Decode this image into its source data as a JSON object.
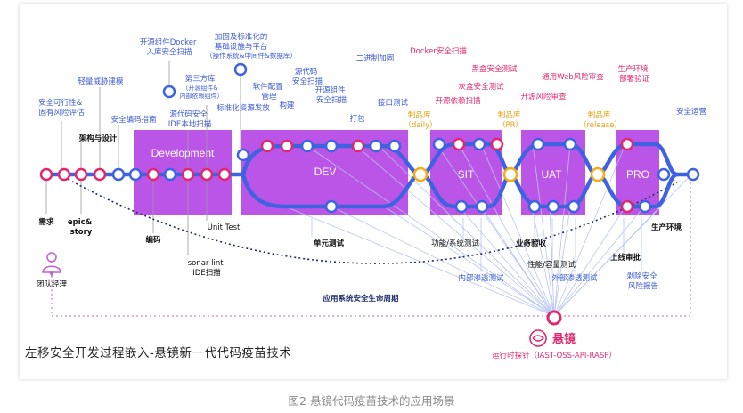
{
  "title": "左移安全开发过程嵌入-悬镜新一代代码疫苗技术",
  "caption": "图2 悬镜代码疫苗技术的应用场景",
  "colors": {
    "blue": "#3f63e0",
    "pink": "#e0286f",
    "orange": "#f3ad19",
    "violet": "#bb55e8",
    "label_blue": "#3b5bd6",
    "label_pink": "#e0286f",
    "label_orange": "#e8a010"
  },
  "stages": {
    "development": "Development",
    "dev": "DEV",
    "sit": "SIT",
    "uat": "UAT",
    "pro": "PRO"
  },
  "labels": {
    "security_feasibility": [
      "安全可行性&",
      "固有风险评估"
    ],
    "lightweight_threat": "轻量威胁建模",
    "secure_coding": "安全编码指南",
    "arch_design": "架构与设计",
    "oss_docker": [
      "开源组件Docker",
      "入库安全扫描"
    ],
    "third_party": [
      "第三方库",
      "（开源组件&",
      "内部依赖组件）"
    ],
    "source_ide": [
      "源代码安全",
      "IDE本地扫描"
    ],
    "hardening": [
      "加固及标准化的",
      "基础设施与平台",
      "（操作系统&中间件&数据库）"
    ],
    "std_release": "标准化资源发放",
    "software_config": [
      "软件配置",
      "管理"
    ],
    "build": "构建",
    "source_scan": [
      "源代码",
      "安全扫描"
    ],
    "oss_component_scan": [
      "开源组件",
      "安全扫描"
    ],
    "package": "打包",
    "binary_harden": "二进制加固",
    "interface_test": "接口测试",
    "docker_scan": "Docker安全扫描",
    "blackbox_test": "黑盒安全测试",
    "oss_dep_scan": "开源依赖扫描",
    "graybox_test": "灰盒安全测试",
    "web_risk": "通用Web风险审查",
    "oss_risk": "开源风险审查",
    "prod_env": [
      "生产环境",
      "部署验证"
    ],
    "sec_ops": "安全运营",
    "product_daily": [
      "制品库",
      "（daily）"
    ],
    "product_pr": [
      "制品库",
      "（PR）"
    ],
    "product_release": [
      "制品库",
      "（release）"
    ],
    "requirement": "需求",
    "epic_story": [
      "epic&",
      "story"
    ],
    "coding": "编码",
    "unit_test": "Unit Test",
    "sonar": [
      "sonar lint",
      "IDE扫描"
    ],
    "unit_test_cn": "单元测试",
    "func_test": "功能/系统测试",
    "internal_pentest": "内部渗透测试",
    "biz_accept": "业务验收",
    "perf_test": "性能/容量测试",
    "external_pentest": "外部渗透测试",
    "go_live": "上线审批",
    "prod_env_bottom": "生产环境",
    "dress_report": [
      "剥除安全",
      "风险报告"
    ],
    "lifecycle": "应用系统安全生命周期",
    "team_manager": "团队经理",
    "runtime_probe": "运行时探针（IAST-OSS-API-RASP）",
    "logo_text": "悬镜"
  }
}
